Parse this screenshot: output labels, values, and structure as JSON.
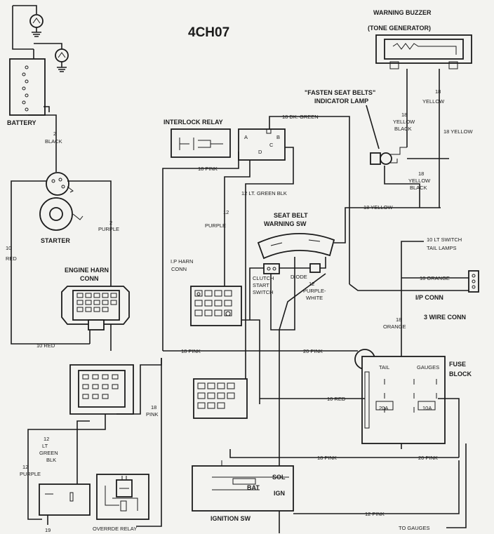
{
  "title": "4CH07",
  "labels": {
    "battery": "BATTERY",
    "starter": "STARTER",
    "engine_harn_1": "ENGINE HARN",
    "engine_harn_2": "CONN",
    "interlock_relay": "INTERLOCK RELAY",
    "ip_harn_1": "I.P HARN",
    "ip_harn_2": "CONN",
    "seat_belt_sw_1": "SEAT BELT",
    "seat_belt_sw_2": "WARNING SW",
    "clutch_1": "CLUTCH",
    "clutch_2": "START",
    "clutch_3": "SWITCH",
    "diode": "DIODE",
    "buzzer_1": "WARNING BUZZER",
    "buzzer_2": "(TONE GENERATOR)",
    "fasten_1": "\"FASTEN SEAT BELTS\"",
    "fasten_2": "INDICATOR LAMP",
    "lt_switch": "10 LT SWITCH",
    "tail_lamps": "TAIL LAMPS",
    "ip_conn": "I/P CONN",
    "three_wire": "3 WIRE CONN",
    "fuse_1": "FUSE",
    "fuse_2": "BLOCK",
    "tail": "TAIL",
    "gauges": "GAUGES",
    "f20a": "20A",
    "f10a": "10A",
    "bat": "BAT",
    "sol": "SOL",
    "ign": "IGN",
    "ignition_sw": "IGNITION SW",
    "to_gauges": "TO GAUGES",
    "overrode_relay": "OVERRDE RELAY"
  },
  "connector_pins": {
    "A": "A",
    "B": "B",
    "C": "C",
    "D": "D"
  },
  "wires": {
    "w2": "2",
    "w10": "10",
    "w12": "12",
    "w18": "18",
    "w19": "19",
    "black": "BLACK",
    "purple": "PURPLE",
    "red": "RED",
    "pink": "PINK",
    "lt": "LT",
    "green": "GREEN",
    "blk": "BLK",
    "yellow": "YELLOW",
    "orange": "ORANGE",
    "white": "WHITE",
    "purple_dash": "PURPLE-",
    "w10_red": "10 RED",
    "w18_pink": "18 PINK",
    "w20_pink": "20 PINK",
    "w12_pink": "12 PINK",
    "w18_dk_green": "18 DK. GREEN",
    "w12_lt_green_blk": "12 LT. GREEN  BLK",
    "w18_yellow": "18 YELLOW",
    "w18_orange": "18 ORANGE"
  }
}
